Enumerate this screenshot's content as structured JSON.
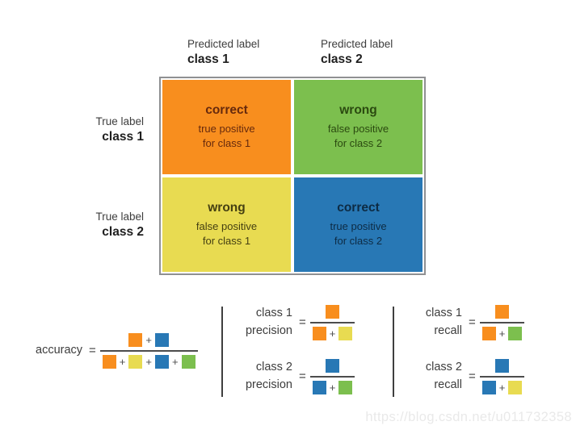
{
  "colors": {
    "orange": "#F88E1E",
    "green": "#7CBF4E",
    "yellow": "#E8DB51",
    "blue": "#2878B5",
    "matrix_border": "#8F9092",
    "divider": "#3F3F3F",
    "formula_text": "#3D3D3D",
    "watermark": "#E9E9E9"
  },
  "symbols": {
    "plus": "+",
    "equals": "="
  },
  "matrix": {
    "col_headers": [
      {
        "line1": "Predicted label",
        "line2": "class 1"
      },
      {
        "line1": "Predicted label",
        "line2": "class 2"
      }
    ],
    "row_headers": [
      {
        "line1": "True label",
        "line2": "class 1"
      },
      {
        "line1": "True label",
        "line2": "class 2"
      }
    ],
    "cells": [
      {
        "title": "correct",
        "line1": "true positive",
        "line2": "for class 1",
        "bg": "#F88E1E",
        "text_color": "#672A0D"
      },
      {
        "title": "wrong",
        "line1": "false positive",
        "line2": "for class 2",
        "bg": "#7CBF4E",
        "text_color": "#2B4A10"
      },
      {
        "title": "wrong",
        "line1": "false positive",
        "line2": "for class 1",
        "bg": "#E8DB51",
        "text_color": "#454012"
      },
      {
        "title": "correct",
        "line1": "true positive",
        "line2": "for class 2",
        "bg": "#2878B5",
        "text_color": "#0D2B44"
      }
    ]
  },
  "formulas": {
    "accuracy": {
      "label": "accuracy",
      "numerator": [
        "orange",
        "blue"
      ],
      "denominator": [
        "orange",
        "yellow",
        "blue",
        "green"
      ]
    },
    "class1_precision": {
      "label_line1": "class 1",
      "label_line2": "precision",
      "numerator": [
        "orange"
      ],
      "denominator": [
        "orange",
        "yellow"
      ]
    },
    "class2_precision": {
      "label_line1": "class 2",
      "label_line2": "precision",
      "numerator": [
        "blue"
      ],
      "denominator": [
        "blue",
        "green"
      ]
    },
    "class1_recall": {
      "label_line1": "class 1",
      "label_line2": "recall",
      "numerator": [
        "orange"
      ],
      "denominator": [
        "orange",
        "green"
      ]
    },
    "class2_recall": {
      "label_line1": "class 2",
      "label_line2": "recall",
      "numerator": [
        "blue"
      ],
      "denominator": [
        "blue",
        "yellow"
      ]
    }
  },
  "watermark": "https://blog.csdn.net/u011732358"
}
